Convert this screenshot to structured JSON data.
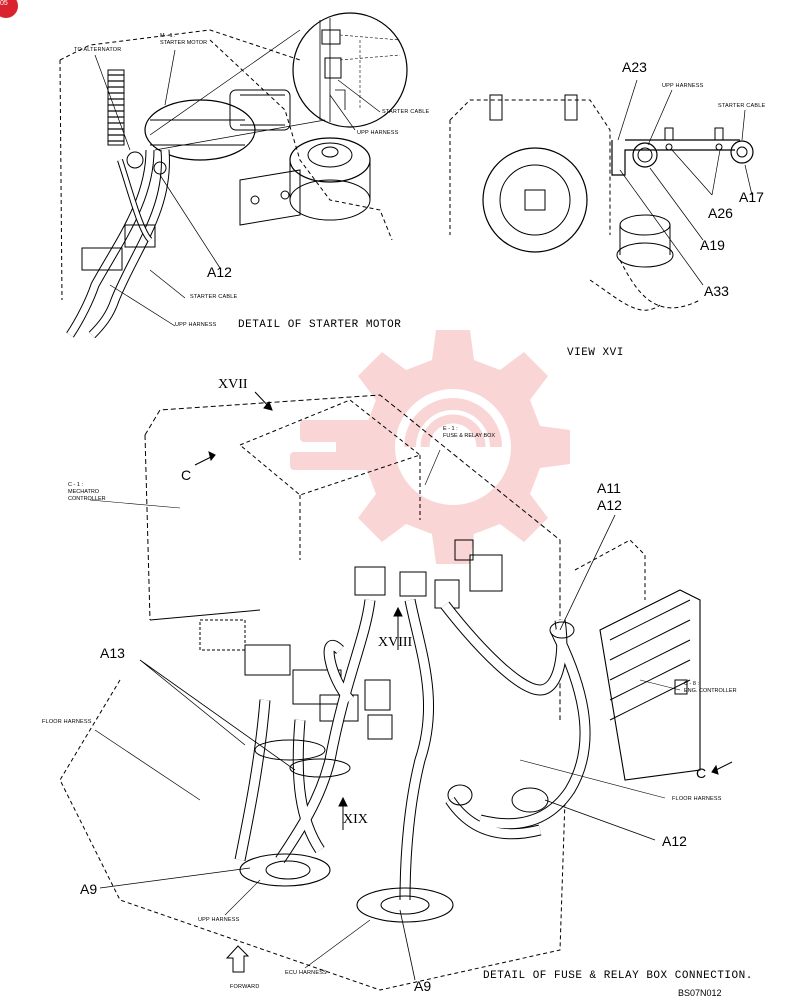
{
  "page_badge": "05",
  "detail_starter": {
    "title": "DETAIL OF STARTER MOTOR",
    "to_alternator": "TO ALTERNATOR",
    "starter_motor_code": "M - 1 :",
    "starter_motor_name": "STARTER MOTOR",
    "inset_starter_cable": "STARTER CABLE",
    "inset_upp_harness": "UPP HARNESS",
    "callout_a12": "A12",
    "starter_cable": "STARTER CABLE",
    "upp_harness": "UPP HARNESS"
  },
  "view_xvi": {
    "title": "VIEW XVI",
    "upp_harness": "UPP HARNESS",
    "starter_cable": "STARTER CABLE",
    "callouts": {
      "a23": "A23",
      "a17": "A17",
      "a26": "A26",
      "a19": "A19",
      "a33": "A33"
    }
  },
  "detail_fuse": {
    "title": "DETAIL OF FUSE & RELAY BOX CONNECTION.",
    "view_xvii": "XVII",
    "view_xviii": "XVIII",
    "view_xix": "XIX",
    "section_c_left": "C",
    "section_c_right": "C",
    "fuse_box_code": "E - 1 :",
    "fuse_box_name": "FUSE & RELAY BOX",
    "mechatro_code": "C - 1 :",
    "mechatro_line1": "MECHATRO",
    "mechatro_line2": "CONTROLLER",
    "eng_code": "C - 8 :",
    "eng_name": "ENG. CONTROLLER",
    "floor_harness_left": "FLOOR HARNESS",
    "floor_harness_right": "FLOOR HARNESS",
    "upp_harness": "UPP HARNESS",
    "ecu_harness": "ECU HARNESS",
    "forward": "FORWARD",
    "callouts": {
      "a11": "A11",
      "a12_top": "A12",
      "a13": "A13",
      "a12": "A12",
      "a9_left": "A9",
      "a9_bottom": "A9"
    }
  },
  "drawing_code": "BS07N012",
  "colors": {
    "watermark": "#f2a3a3",
    "badge": "#d9232e"
  }
}
